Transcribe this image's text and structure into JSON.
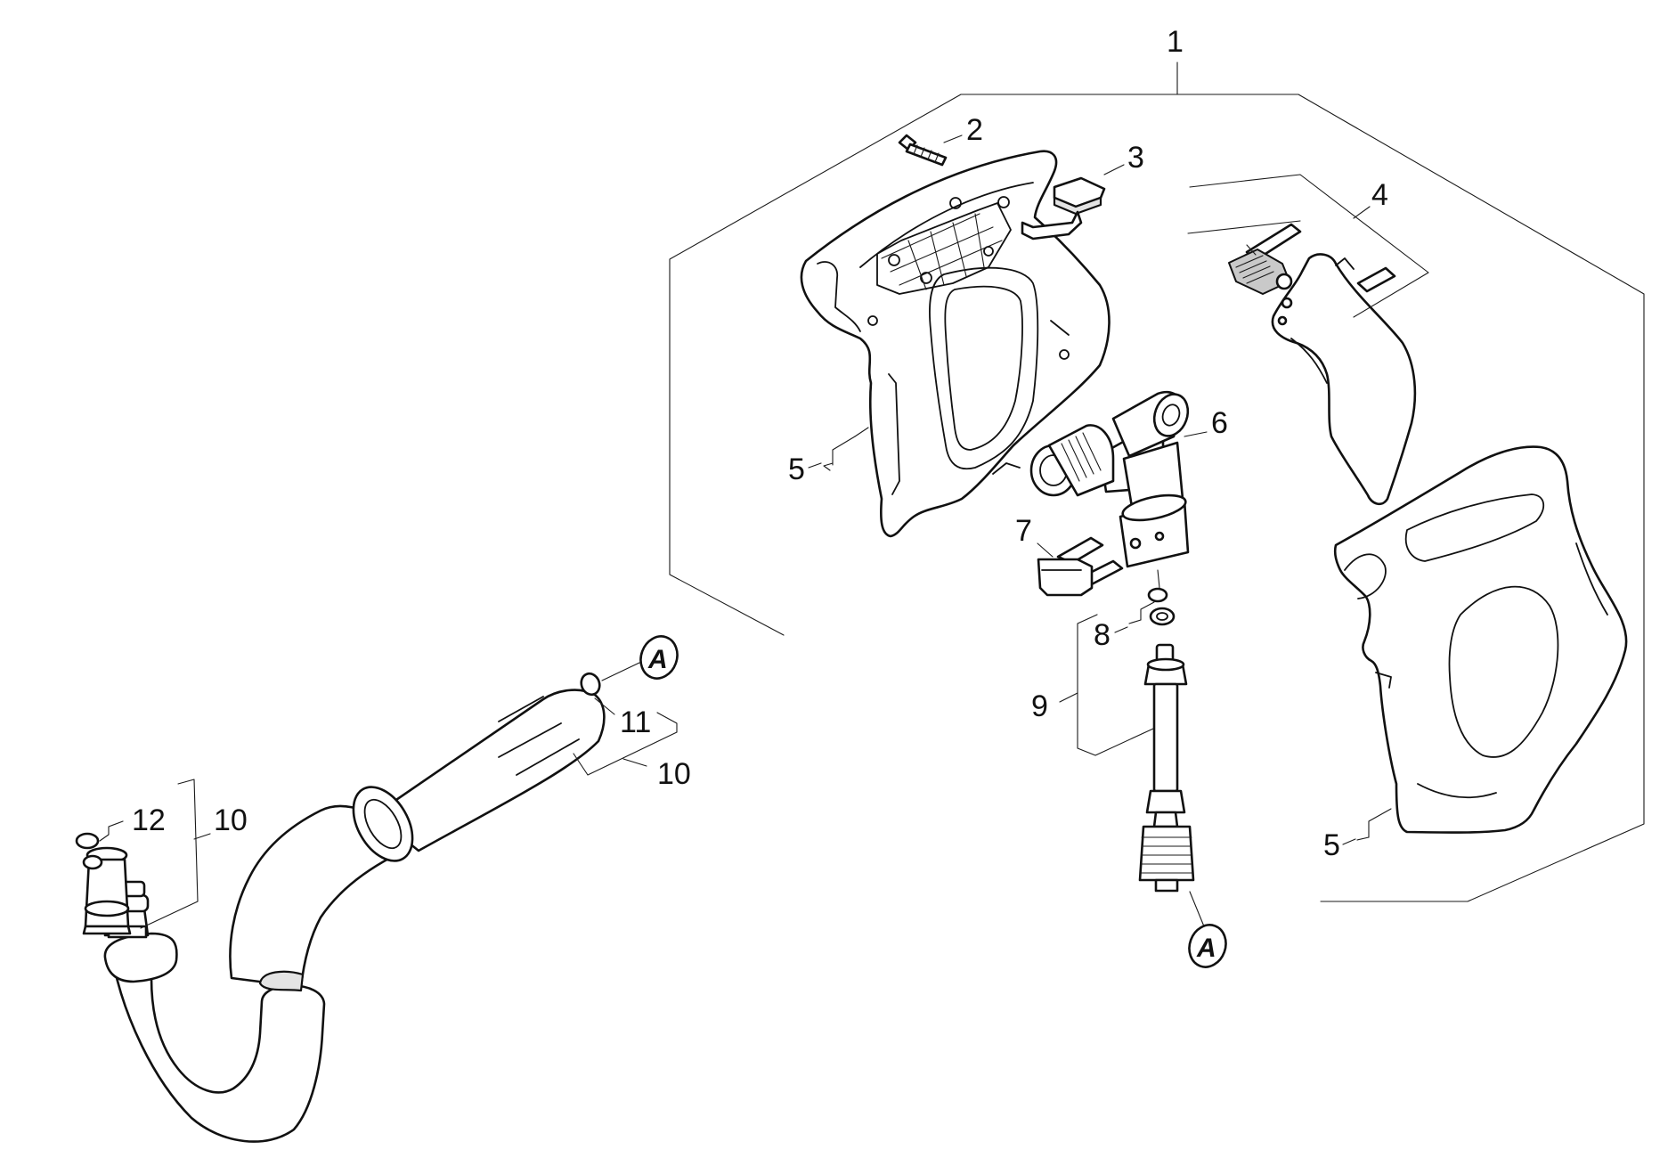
{
  "callouts": {
    "c1": "1",
    "c2": "2",
    "c3": "3",
    "c4": "4",
    "c5a": "5",
    "c5b": "5",
    "c6": "6",
    "c7": "7",
    "c8": "8",
    "c9": "9",
    "c10a": "10",
    "c10b": "10",
    "c11": "11",
    "c12": "12"
  },
  "detail_markers": {
    "top": "A",
    "bottom": "A"
  }
}
